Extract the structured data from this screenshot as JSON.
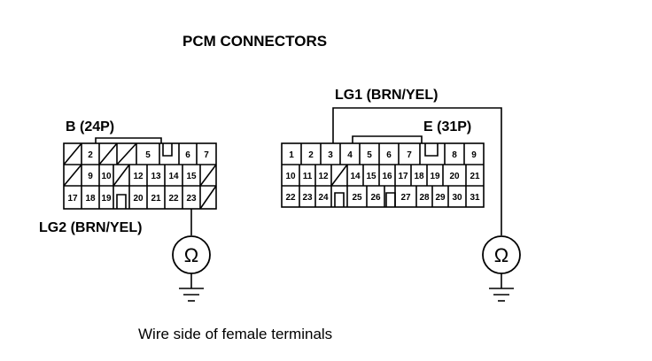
{
  "title": "PCM CONNECTORS",
  "caption": "Wire side of female terminals",
  "connector_b": {
    "name": "B (24P)",
    "lg_label": "LG2 (BRN/YEL)",
    "row1": [
      "",
      "2",
      "",
      "",
      "5",
      "",
      "6",
      "7"
    ],
    "row2": [
      "",
      "9",
      "10",
      "",
      "12",
      "13",
      "14",
      "15",
      ""
    ],
    "row3": [
      "17",
      "18",
      "19",
      "",
      "20",
      "21",
      "22",
      "23",
      ""
    ]
  },
  "connector_e": {
    "name": "E (31P)",
    "lg_label": "LG1 (BRN/YEL)",
    "row1": [
      "1",
      "2",
      "3",
      "4",
      "5",
      "6",
      "7",
      "",
      "8",
      "9"
    ],
    "row2": [
      "10",
      "11",
      "12",
      "",
      "14",
      "15",
      "16",
      "17",
      "18",
      "19",
      "20",
      "21"
    ],
    "row3": [
      "22",
      "23",
      "24",
      "",
      "25",
      "26",
      "",
      "27",
      "28",
      "29",
      "30",
      "31"
    ]
  },
  "ohmmeter_symbol": "Ω",
  "icons": {
    "meter": "ohmmeter-icon",
    "ground": "ground-icon"
  }
}
